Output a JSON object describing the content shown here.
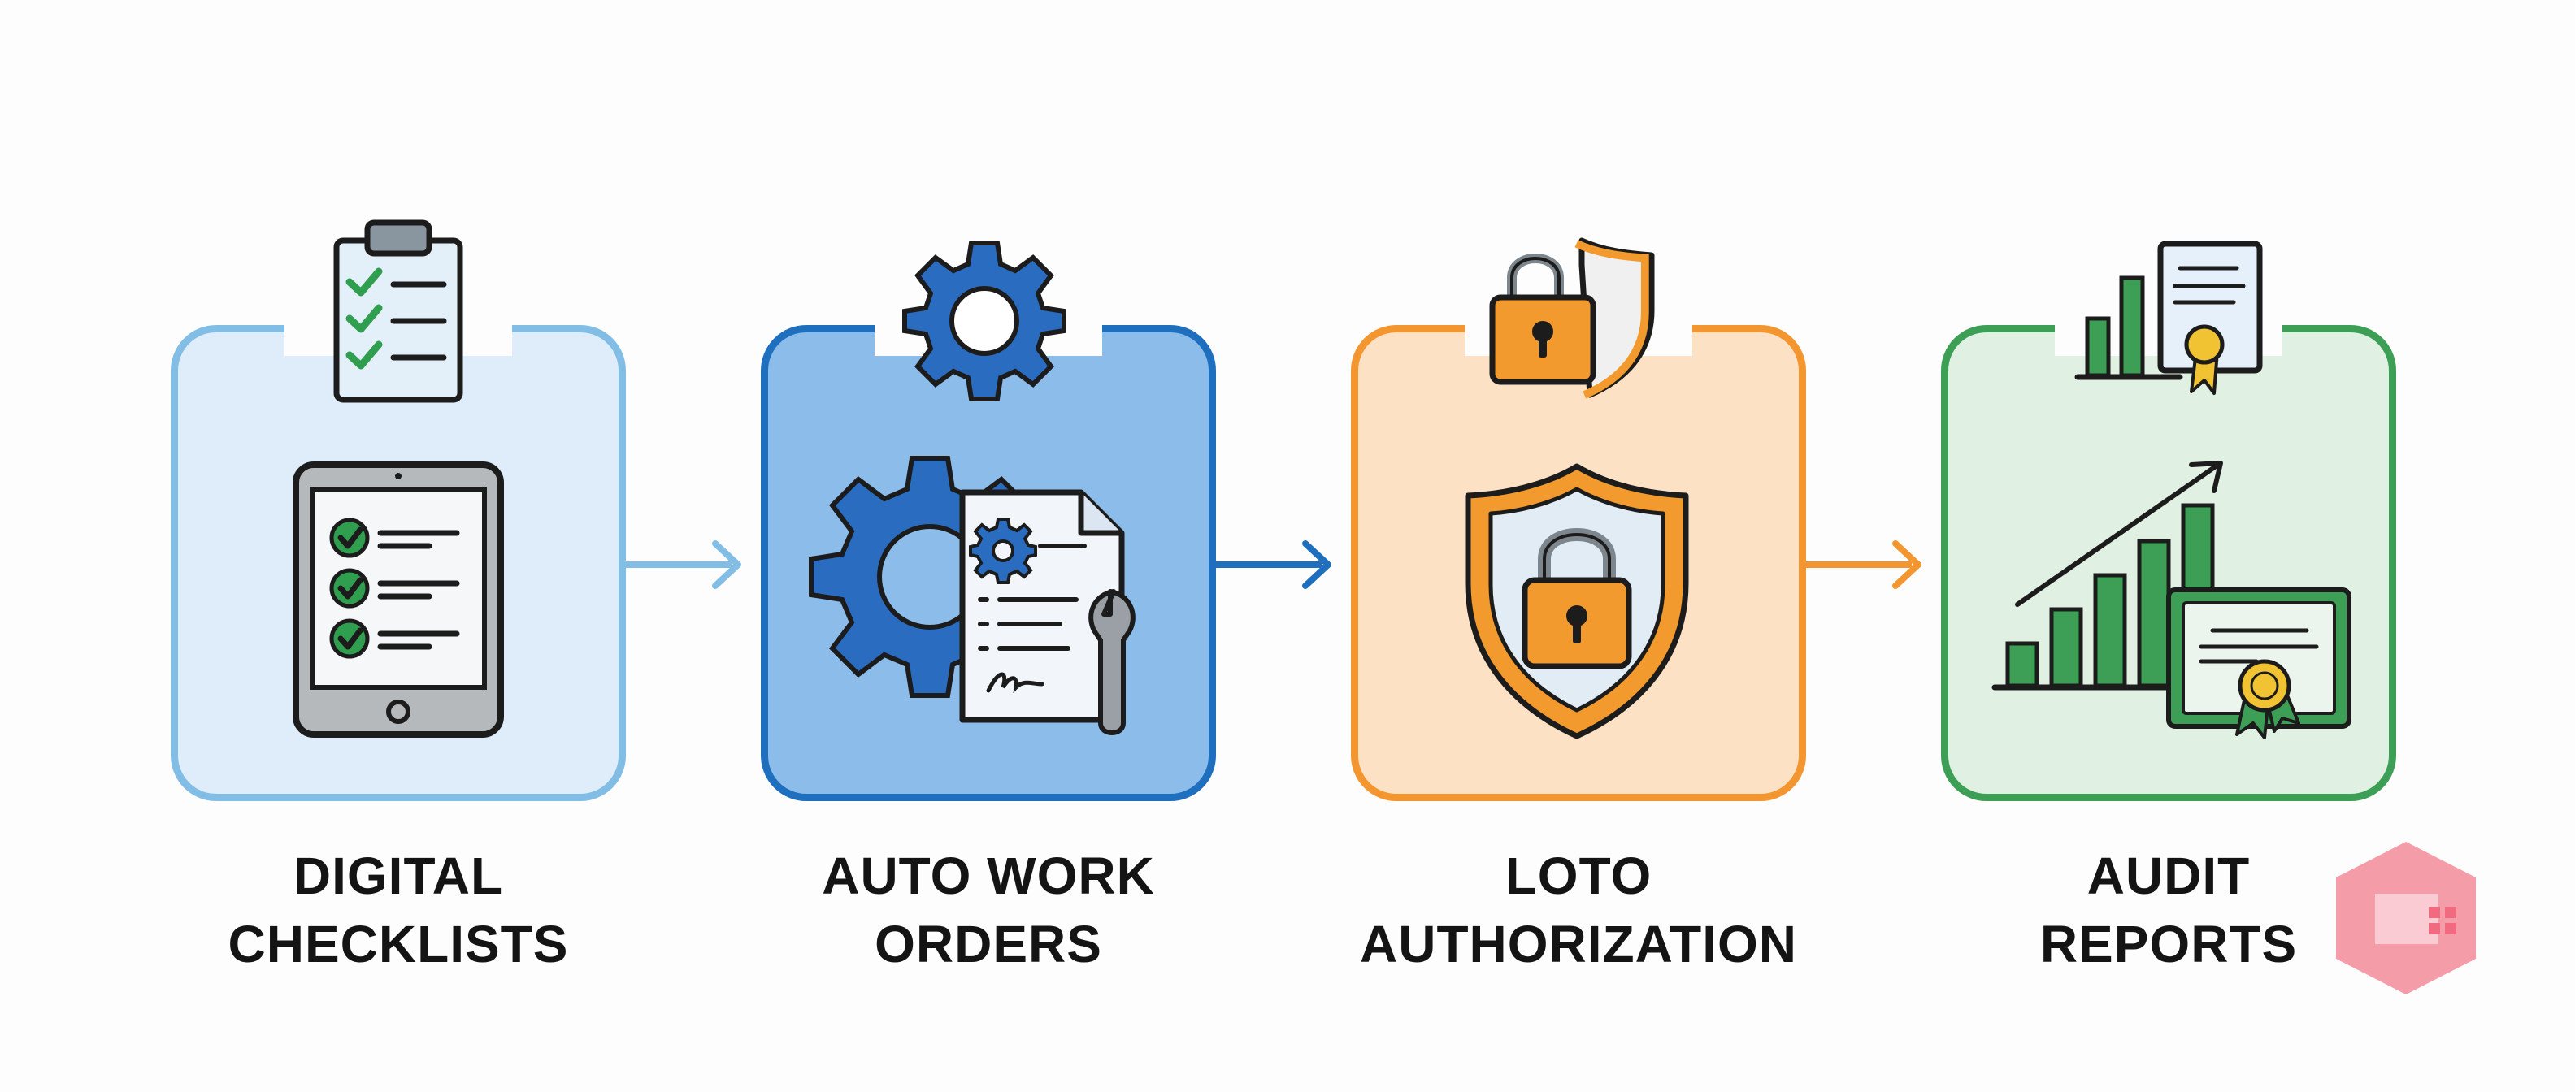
{
  "steps": [
    {
      "id": "digital-checklists",
      "label": "DIGITAL\nCHECKLISTS",
      "border": "#82bde6",
      "fill": "#deedf9",
      "arrow": "#82bde6"
    },
    {
      "id": "auto-work-orders",
      "label": "AUTO WORK\nORDERS",
      "border": "#1f6fbf",
      "fill": "#8bbcea",
      "arrow": "#1f6fbf"
    },
    {
      "id": "loto-authorization",
      "label": "LOTO\nAUTHORIZATION",
      "border": "#f3962f",
      "fill": "#fde1c4",
      "arrow": "#f3962f"
    },
    {
      "id": "audit-reports",
      "label": "AUDIT\nREPORTS",
      "border": "#3d9f56",
      "fill": "#e0f0e2"
    }
  ],
  "icons": {
    "step1_top": "clipboard-checklist-icon",
    "step1_main": "tablet-checklist-icon",
    "step2_top": "gear-icon",
    "step2_main": "gear-work-order-wrench-icon",
    "step3_top": "padlock-shield-icon",
    "step3_main": "shield-padlock-icon",
    "step4_top": "chart-certificate-icon",
    "step4_main": "growth-chart-certificate-icon"
  },
  "colors": {
    "ink": "#1c1c1c",
    "check_green": "#2f9e4f",
    "blue_dark": "#2a6cc0",
    "orange": "#f39a2e",
    "green": "#3d9f56",
    "gold": "#f1c232"
  }
}
